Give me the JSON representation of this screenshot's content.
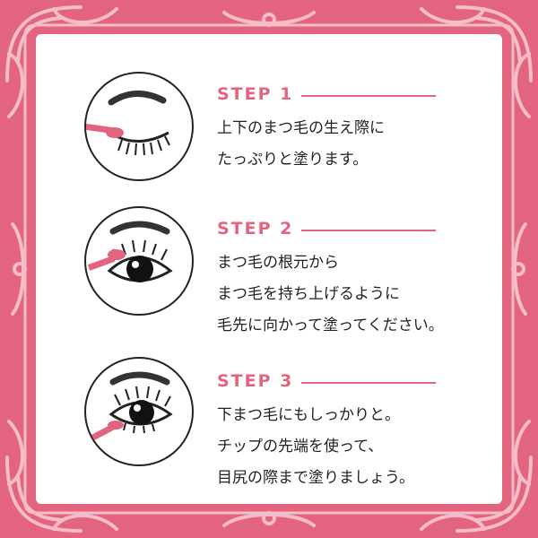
{
  "colors": {
    "frame": "#e3647f",
    "ornament": "#f6bcc8",
    "panel": "#ffffff",
    "accent": "#e3647f",
    "text": "#222222"
  },
  "steps": [
    {
      "title": "STEP 1",
      "lines": [
        "上下のまつ毛の生え際に",
        "たっぷりと塗ります。"
      ],
      "icon": "closed-eye-applicator-icon"
    },
    {
      "title": "STEP 2",
      "lines": [
        "まつ毛の根元から",
        "まつ毛を持ち上げるように",
        "毛先に向かって塗ってください。"
      ],
      "icon": "open-eye-upper-lash-applicator-icon"
    },
    {
      "title": "STEP 3",
      "lines": [
        "下まつ毛にもしっかりと。",
        "チップの先端を使って、",
        "目尻の際まで塗りましょう。"
      ],
      "icon": "open-eye-lower-lash-applicator-icon"
    }
  ]
}
